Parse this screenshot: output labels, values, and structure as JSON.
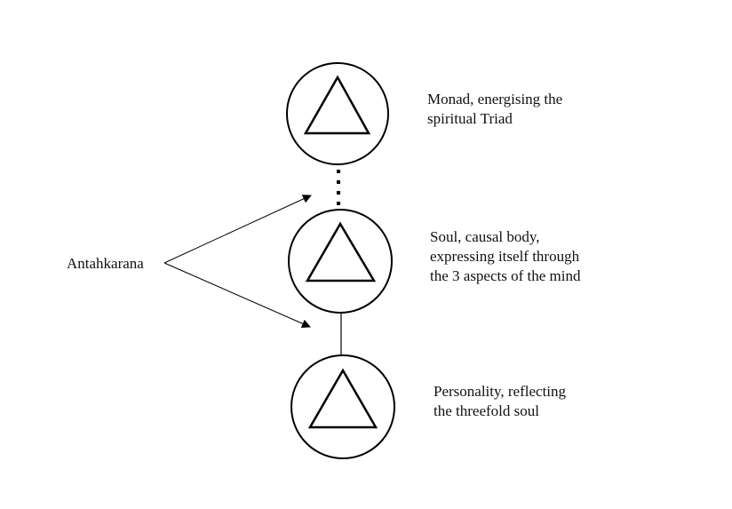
{
  "diagram": {
    "colors": {
      "stroke": "#000000",
      "text": "#111111",
      "background": "#ffffff"
    },
    "nodes": [
      {
        "id": "monad",
        "shape": "circle-with-triangle",
        "label_lines": [
          "Monad, energising the",
          "spiritual Triad"
        ]
      },
      {
        "id": "soul",
        "shape": "circle-with-triangle",
        "label_lines": [
          "Soul, causal body,",
          "expressing itself through",
          "the 3 aspects of the mind"
        ]
      },
      {
        "id": "personality",
        "shape": "circle-with-triangle",
        "label_lines": [
          "Personality, reflecting",
          "the threefold soul"
        ]
      }
    ],
    "connectors": [
      {
        "from": "monad",
        "to": "soul",
        "style": "dotted"
      },
      {
        "from": "soul",
        "to": "personality",
        "style": "solid"
      }
    ],
    "pointer": {
      "label": "Antahkarana",
      "targets": [
        "monad-soul-link",
        "soul-personality-link"
      ]
    }
  }
}
